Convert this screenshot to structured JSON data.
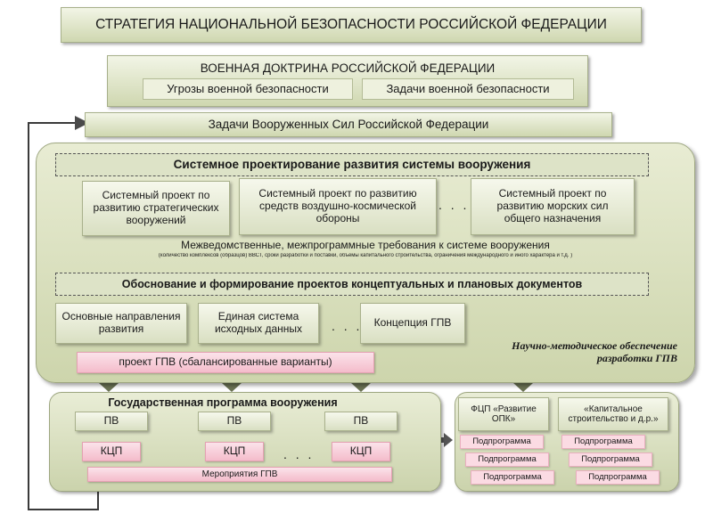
{
  "strategy": "СТРАТЕГИЯ НАЦИОНАЛЬНОЙ БЕЗОПАСНОСТИ РОССИЙСКОЙ ФЕДЕРАЦИИ",
  "doctrine": {
    "title": "ВОЕННАЯ ДОКТРИНА РОССИЙСКОЙ ФЕДЕРАЦИИ",
    "threats": "Угрозы военной безопасности",
    "tasks": "Задачи военной безопасности"
  },
  "armed_forces_tasks": "Задачи Вооруженных Сил Российской Федерации",
  "system_design": {
    "title": "Системное проектирование  развития системы вооружения",
    "projects": [
      "Системный проект по развитию стратегических вооружений",
      "Системный проект по развитию средств воздушно-космической обороны",
      "Системный проект по развитию морских сил общего назначения"
    ],
    "ellipsis": ". . .",
    "requirements": "Межведомственные, межпрограммные требования к системе вооружения",
    "requirements_note": "(количество комплексов (образцов) ВВСТ, сроки разработки и поставки, объемы капитального строительства, ограничения международного и иного характера и т.д. )"
  },
  "justification": {
    "title": "Обоснование и формирование проектов концептуальных и плановых документов",
    "docs": [
      "Основные направления развития",
      "Единая система исходных данных",
      "Концепция ГПВ"
    ],
    "ellipsis": ". . .",
    "project": "проект ГПВ (сбалансированные варианты)",
    "support": "Научно-методическое обеспечение разработки ГПВ"
  },
  "gpv": {
    "title": "Государственная программа вооружения",
    "pv": [
      "ПВ",
      "ПВ",
      "ПВ"
    ],
    "kcp": [
      "КЦП",
      "КЦП",
      "КЦП"
    ],
    "ellipsis": ". . .",
    "activities": "Мероприятия ГПВ"
  },
  "fcp": {
    "left_title": "ФЦП «Развитие ОПК»",
    "right_title": "«Капитальное строительство и д.р.»",
    "subprogram": "Подпрограмма"
  }
}
